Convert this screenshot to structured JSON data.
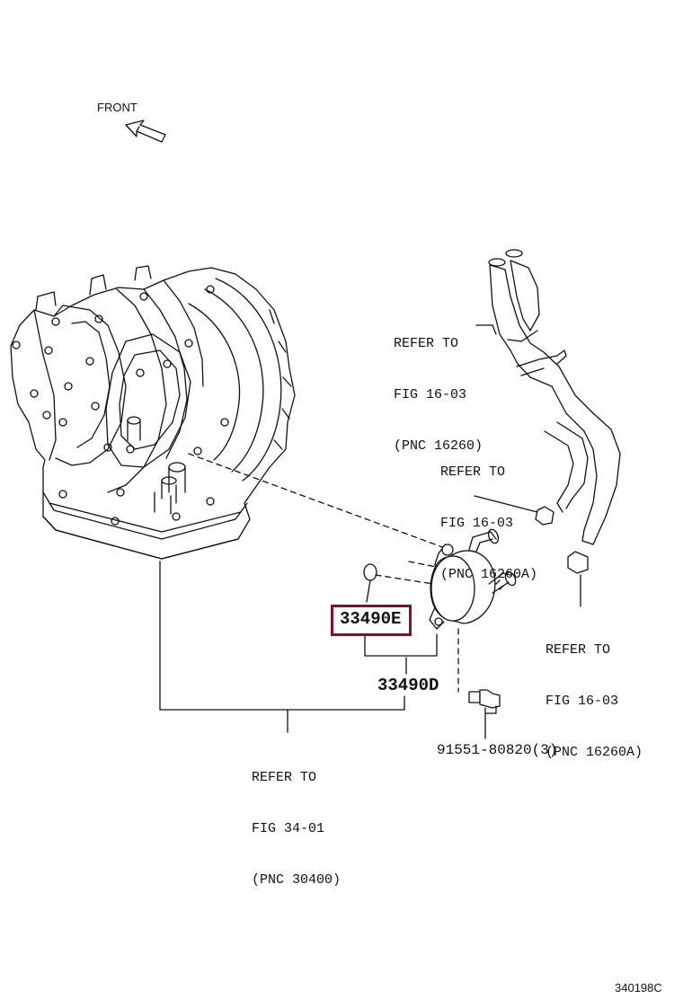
{
  "direction": {
    "label": "FRONT"
  },
  "refs": [
    {
      "line1": "REFER TO",
      "line2": "FIG 16-03",
      "line3": "(PNC 16260)"
    },
    {
      "line1": "REFER TO",
      "line2": "FIG 16-03",
      "line3": "(PNC 16260A)"
    },
    {
      "line1": "REFER TO",
      "line2": "FIG 16-03",
      "line3": "(PNC 16260A)"
    },
    {
      "line1": "REFER TO",
      "line2": "FIG 34-01",
      "line3": "(PNC 30400)"
    }
  ],
  "parts": {
    "highlighted": "33490E",
    "cooler": "33490D",
    "bolt": "91551-80820(3)"
  },
  "colors": {
    "highlight": "#8a0d2e",
    "ink": "#111111"
  },
  "figure_code": "340198C"
}
